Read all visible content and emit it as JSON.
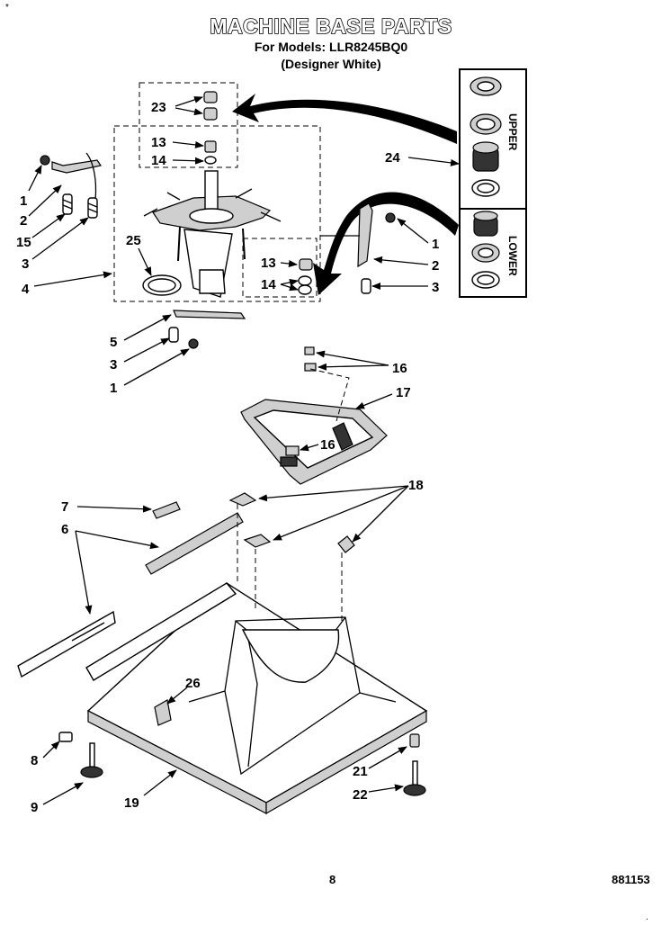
{
  "header": {
    "title": "MACHINE BASE PARTS",
    "models": "For Models: LLR8245BQ0",
    "finish": "(Designer White)",
    "corner_mark": "*"
  },
  "kit_labels": {
    "upper": "UPPER",
    "lower": "LOWER"
  },
  "callouts": [
    {
      "id": "c23",
      "text": "23"
    },
    {
      "id": "c13a",
      "text": "13"
    },
    {
      "id": "c14a",
      "text": "14"
    },
    {
      "id": "c24",
      "text": "24"
    },
    {
      "id": "c1a",
      "text": "1"
    },
    {
      "id": "c2a",
      "text": "2"
    },
    {
      "id": "c15",
      "text": "15"
    },
    {
      "id": "c3a",
      "text": "3"
    },
    {
      "id": "c25",
      "text": "25"
    },
    {
      "id": "c4",
      "text": "4"
    },
    {
      "id": "c13b",
      "text": "13"
    },
    {
      "id": "c14b",
      "text": "14"
    },
    {
      "id": "c1b",
      "text": "1"
    },
    {
      "id": "c2b",
      "text": "2"
    },
    {
      "id": "c3b",
      "text": "3"
    },
    {
      "id": "c5",
      "text": "5"
    },
    {
      "id": "c3c",
      "text": "3"
    },
    {
      "id": "c1c",
      "text": "1"
    },
    {
      "id": "c16a",
      "text": "16"
    },
    {
      "id": "c17",
      "text": "17"
    },
    {
      "id": "c16b",
      "text": "16"
    },
    {
      "id": "c7",
      "text": "7"
    },
    {
      "id": "c6",
      "text": "6"
    },
    {
      "id": "c18",
      "text": "18"
    },
    {
      "id": "c26",
      "text": "26"
    },
    {
      "id": "c8",
      "text": "8"
    },
    {
      "id": "c9",
      "text": "9"
    },
    {
      "id": "c19",
      "text": "19"
    },
    {
      "id": "c21",
      "text": "21"
    },
    {
      "id": "c22",
      "text": "22"
    }
  ],
  "footer": {
    "page_number": "8",
    "doc_number": "881153",
    "corner_dot": "."
  }
}
